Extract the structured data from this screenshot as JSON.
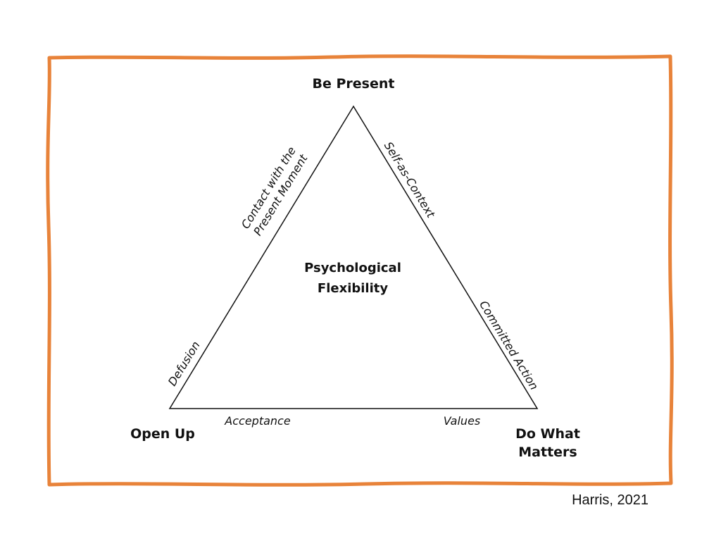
{
  "colors": {
    "frame": "#E8833A",
    "line": "#111111",
    "text": "#111111"
  },
  "vertices": {
    "top": "Be Present",
    "left": "Open Up",
    "right_line1": "Do What",
    "right_line2": "Matters"
  },
  "center": {
    "line1": "Psychological",
    "line2": "Flexibility"
  },
  "processes": {
    "left_upper_line1": "Contact with the",
    "left_upper_line2": "Present Moment",
    "left_lower": "Defusion",
    "right_upper": "Self-as-Context",
    "right_lower": "Committed Action",
    "bottom_left": "Acceptance",
    "bottom_right": "Values"
  },
  "citation": "Harris, 2021"
}
